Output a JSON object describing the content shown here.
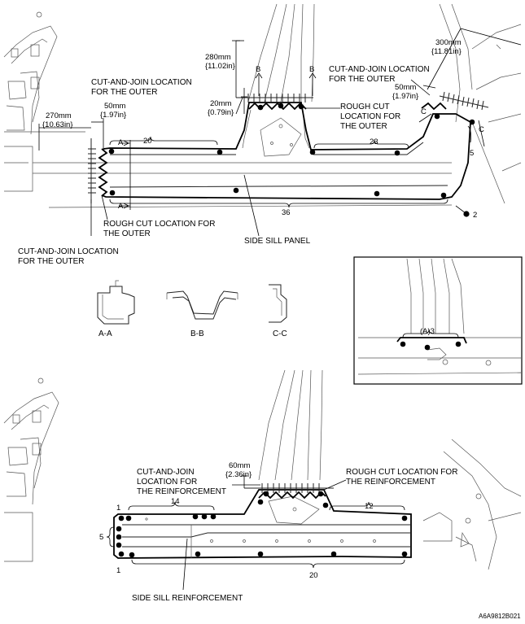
{
  "top_view": {
    "dim_280": [
      "280mm",
      "{11.02in}"
    ],
    "dim_300": [
      "300mm",
      "{11.81in}"
    ],
    "dim_270": [
      "270mm",
      "{10.63in}"
    ],
    "dim_50_left": [
      "50mm",
      "{1.97in}"
    ],
    "dim_20": [
      "20mm",
      "{0.79in}"
    ],
    "dim_50_right": [
      "50mm",
      "{1.97in}"
    ],
    "cut_join_top_center": [
      "CUT-AND-JOIN LOCATION",
      "FOR THE OUTER"
    ],
    "cut_join_top_right": [
      "CUT-AND-JOIN LOCATION",
      "FOR THE OUTER"
    ],
    "rough_cut_center": [
      "ROUGH CUT",
      "LOCATION FOR",
      "THE OUTER"
    ],
    "rough_cut_left": [
      "ROUGH CUT LOCATION FOR",
      "THE OUTER"
    ],
    "cut_join_left": [
      "CUT-AND-JOIN LOCATION",
      "FOR THE OUTER"
    ],
    "part_label": "SIDE SILL PANEL",
    "count_20": "20",
    "count_23": "23",
    "count_36": "36",
    "count_5": "5",
    "count_2": "2",
    "section_A": "A",
    "section_B": "B",
    "section_C": "C"
  },
  "sections": {
    "aa": "A-A",
    "bb": "B-B",
    "cc": "C-C"
  },
  "inset": {
    "label": "(A)3"
  },
  "bottom_view": {
    "dim_60": [
      "60mm",
      "{2.36in}"
    ],
    "cut_join": [
      "CUT-AND-JOIN",
      "LOCATION FOR",
      "THE REINFORCEMENT"
    ],
    "rough_cut": [
      "ROUGH CUT LOCATION FOR",
      "THE REINFORCEMENT"
    ],
    "part_label": "SIDE SILL REINFORCEMENT",
    "count_14": "14",
    "count_12": "12",
    "count_20": "20",
    "count_5": "5",
    "count_1_top": "1",
    "count_1_bottom": "1"
  },
  "figure_code": "A6A9812B021"
}
